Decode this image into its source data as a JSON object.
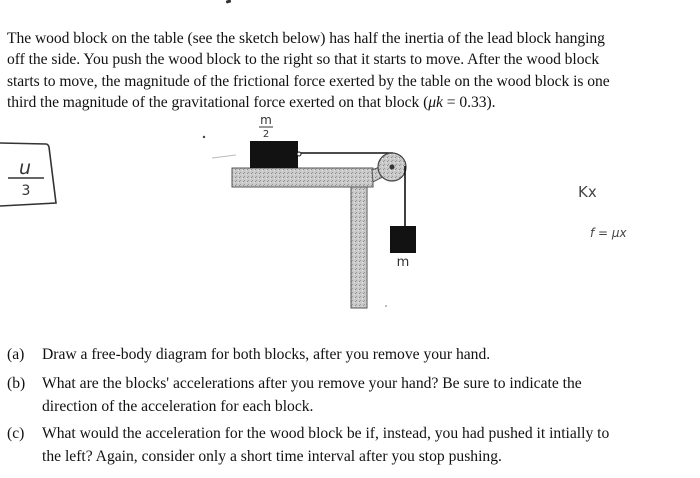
{
  "problem": {
    "intro_lines": [
      "The wood block on the table (see the sketch below) has half the inertia of the lead block hanging",
      "off the side.  You push the wood block to the right so that it starts to move.  After the wood block",
      "starts to move, the magnitude of the frictional force exerted by the table on the wood block is one",
      "third the magnitude of the gravitational force exerted on that block ("
    ],
    "mu_symbol": "μk",
    "mu_equals": " = 0.33).",
    "questions": [
      {
        "label": "(a)",
        "lines": [
          "Draw a free-body diagram for both blocks, after you remove your hand."
        ]
      },
      {
        "label": "(b)",
        "lines": [
          "What are the blocks' accelerations after you remove your hand?  Be sure to indicate the",
          "direction of the acceleration for each block."
        ]
      },
      {
        "label": "(c)",
        "lines": [
          "What would the acceleration for the wood block be if, instead, you had pushed it intially to",
          "the left? Again, consider only a short time interval after you stop pushing."
        ]
      }
    ]
  },
  "sketch": {
    "wood_block_label": "m/2",
    "wood_block_label_num": "m",
    "wood_block_label_den": "2",
    "lead_block_label": "m",
    "colors": {
      "block": "#111111",
      "table": "#c8c8c8",
      "table_edge": "#555555"
    }
  },
  "handwritten_notes": {
    "boxed_fraction_num": "u",
    "boxed_fraction_den": "3",
    "note_1": "Kx",
    "note_2": "f = μx"
  }
}
